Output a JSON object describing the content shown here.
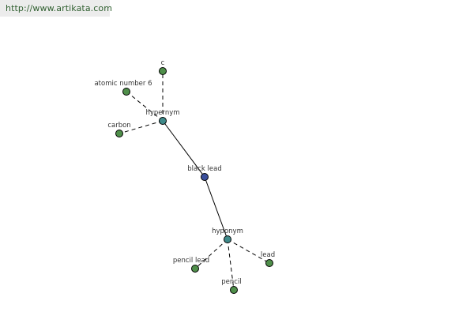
{
  "banner": {
    "url_text": "http://www.artikata.com"
  },
  "colors": {
    "center_node": "#3a4f9c",
    "relation_node": "#3f8a8a",
    "leaf_node": "#4f8f4a",
    "edge": "#000000",
    "label": "#333333",
    "banner_bg": "#ececec",
    "banner_text": "#2f5f2f"
  },
  "graph": {
    "nodes": [
      {
        "id": "center",
        "label": "black lead",
        "kind": "center"
      },
      {
        "id": "hypernym",
        "label": "hypernym",
        "kind": "relation"
      },
      {
        "id": "hyponym",
        "label": "hyponym",
        "kind": "relation"
      },
      {
        "id": "c",
        "label": "c",
        "kind": "leaf"
      },
      {
        "id": "atomic",
        "label": "atomic number 6",
        "kind": "leaf"
      },
      {
        "id": "carbon",
        "label": "carbon",
        "kind": "leaf"
      },
      {
        "id": "pencil_lead",
        "label": "pencil lead",
        "kind": "leaf"
      },
      {
        "id": "pencil",
        "label": "pencil",
        "kind": "leaf"
      },
      {
        "id": "lead",
        "label": "lead",
        "kind": "leaf"
      }
    ],
    "edges": [
      {
        "from": "center",
        "to": "hypernym",
        "style": "solid"
      },
      {
        "from": "center",
        "to": "hyponym",
        "style": "solid"
      },
      {
        "from": "hypernym",
        "to": "c",
        "style": "dashed"
      },
      {
        "from": "hypernym",
        "to": "atomic",
        "style": "dashed"
      },
      {
        "from": "hypernym",
        "to": "carbon",
        "style": "dashed"
      },
      {
        "from": "hyponym",
        "to": "pencil_lead",
        "style": "dashed"
      },
      {
        "from": "hyponym",
        "to": "pencil",
        "style": "dashed"
      },
      {
        "from": "hyponym",
        "to": "lead",
        "style": "dashed"
      }
    ]
  }
}
